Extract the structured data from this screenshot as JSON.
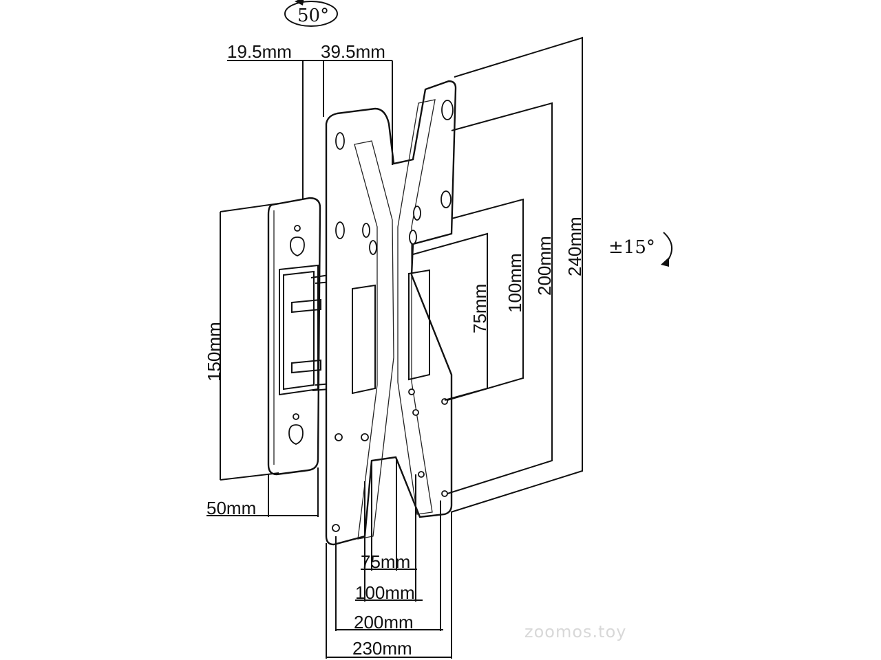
{
  "rotation": {
    "tilt_label": "50°",
    "swivel_label": "±15°"
  },
  "dimensions": {
    "top_left": "19.5mm",
    "top_right": "39.5mm",
    "wall_plate_height": "150mm",
    "wall_plate_width": "50mm",
    "vesa_v_75": "75mm",
    "vesa_v_100": "100mm",
    "vesa_v_200": "200mm",
    "plate_height_240": "240mm",
    "vesa_h_75": "75mm",
    "vesa_h_100": "100mm",
    "vesa_h_200": "200mm",
    "plate_width_230": "230mm"
  },
  "watermark": "zoomos.toy"
}
